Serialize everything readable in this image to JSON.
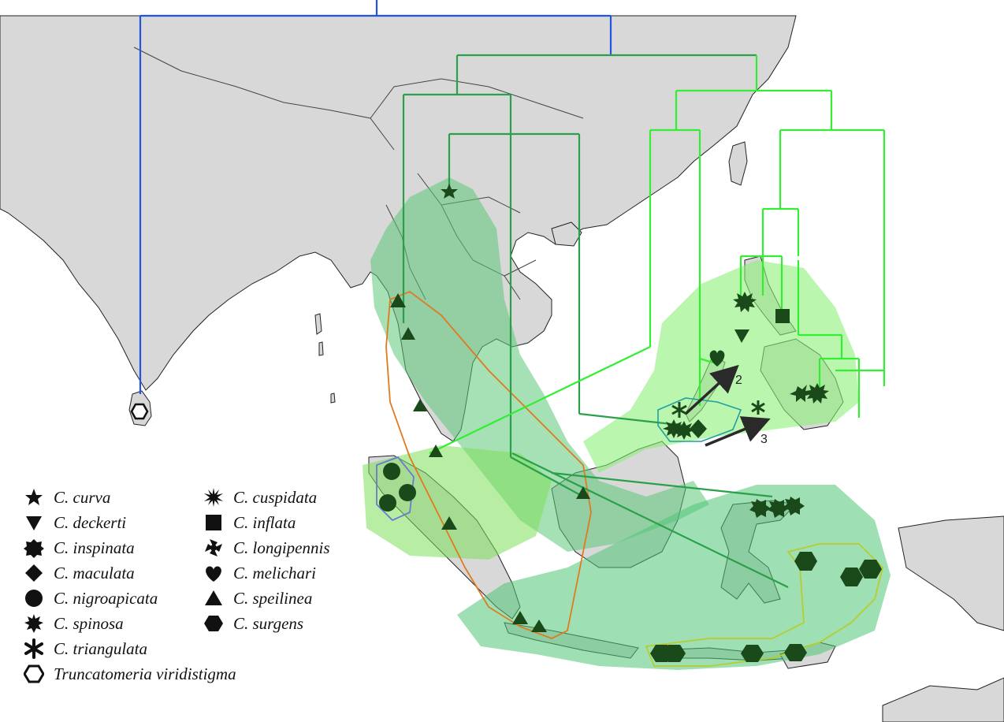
{
  "legend": {
    "items": [
      {
        "id": "curva",
        "symbol": "star",
        "label": "C. curva"
      },
      {
        "id": "deckerti",
        "symbol": "triangle-down",
        "label": "C. deckerti"
      },
      {
        "id": "inspinata",
        "symbol": "octagon-star",
        "label": "C. inspinata"
      },
      {
        "id": "maculata",
        "symbol": "diamond",
        "label": "C. maculata"
      },
      {
        "id": "nigroapicata",
        "symbol": "circle",
        "label": "C. nigroapicata"
      },
      {
        "id": "spinosa",
        "symbol": "burst",
        "label": "C. spinosa"
      },
      {
        "id": "triangulata",
        "symbol": "asterisk",
        "label": "C. triangulata"
      },
      {
        "id": "viridistigma",
        "symbol": "hexagon-open",
        "label": "Truncatomeria viridistigma"
      },
      {
        "id": "cuspidata",
        "symbol": "spiky",
        "label": "C. cuspidata"
      },
      {
        "id": "inflata",
        "symbol": "square",
        "label": "C. inflata"
      },
      {
        "id": "longipennis",
        "symbol": "pinwheel",
        "label": "C. longipennis"
      },
      {
        "id": "melichari",
        "symbol": "heart",
        "label": "C. melichari"
      },
      {
        "id": "speilinea",
        "symbol": "triangle-up",
        "label": "C. speilinea"
      },
      {
        "id": "surgens",
        "symbol": "hexagon",
        "label": "C. surgens"
      }
    ]
  },
  "annotations": {
    "arrow_2": "2",
    "arrow_3": "3"
  },
  "colors": {
    "land": "#d8d8d8",
    "coast": "#222222",
    "outgroup_branch": "#2255dd",
    "branch_dark": "#2aa04a",
    "branch_light": "#33ee33",
    "range_dark": "#7fd29a",
    "range_light": "#a8f07a",
    "symbol": "#1a4a1a"
  }
}
